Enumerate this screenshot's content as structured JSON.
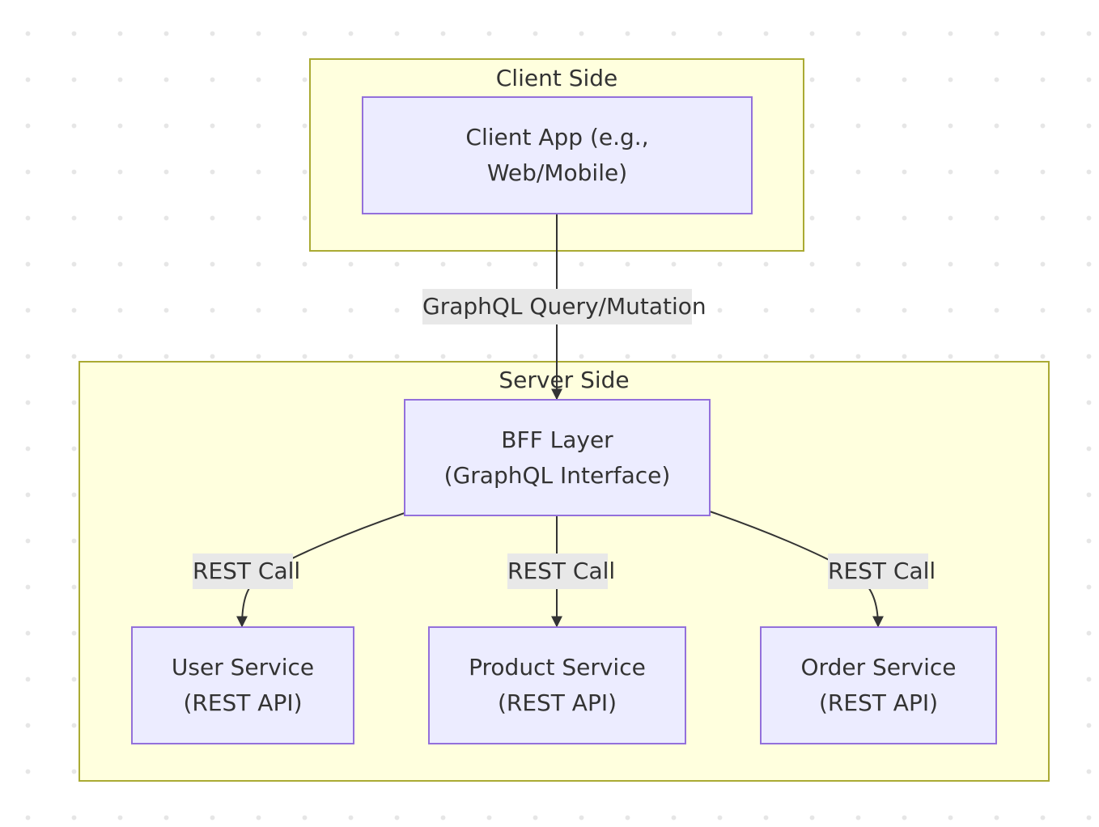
{
  "clusters": {
    "client": {
      "title": "Client Side"
    },
    "server": {
      "title": "Server Side"
    }
  },
  "nodes": {
    "client_app": {
      "line1": "Client App (e.g.,",
      "line2": "Web/Mobile)"
    },
    "bff": {
      "line1": "BFF Layer",
      "line2": "(GraphQL Interface)"
    },
    "user_service": {
      "line1": "User Service",
      "line2": "(REST API)"
    },
    "product_service": {
      "line1": "Product Service",
      "line2": "(REST API)"
    },
    "order_service": {
      "line1": "Order Service",
      "line2": "(REST API)"
    }
  },
  "edges": {
    "client_to_bff": {
      "label": "GraphQL Query/Mutation"
    },
    "bff_to_user": {
      "label": "REST Call"
    },
    "bff_to_product": {
      "label": "REST Call"
    },
    "bff_to_order": {
      "label": "REST Call"
    }
  },
  "colors": {
    "cluster_fill": "#ffffde",
    "cluster_border": "#aaaa33",
    "node_fill": "#ececff",
    "node_border": "#9370db",
    "edge_label_bg": "#e8e8e8",
    "edge_line": "#333333"
  }
}
